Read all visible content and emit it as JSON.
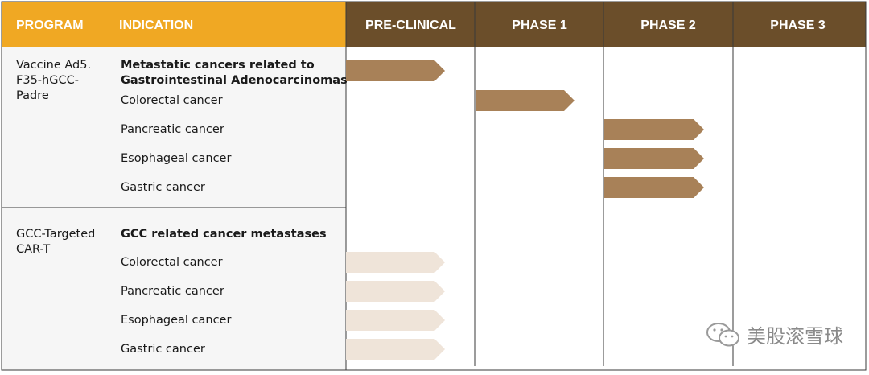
{
  "chart_data": {
    "type": "table",
    "columns": {
      "program": "PROGRAM",
      "indication": "INDICATION",
      "phases": [
        "PRE-CLINICAL",
        "PHASE 1",
        "PHASE 2",
        "PHASE 3"
      ]
    },
    "colors": {
      "orange_header": "#F0A823",
      "brown_header": "#6B4E2A",
      "bar_dark": "#A88158",
      "bar_light": "#EFE4D9",
      "left_panel_bg": "#F6F6F6"
    },
    "programs": [
      {
        "program_lines": [
          "Vaccine Ad5.",
          "F35-hGCC-",
          "Padre"
        ],
        "group_lines": [
          "Metastatic cancers related to",
          "Gastrointestinal Adenocarcinomas"
        ],
        "group_bar_stage": 1,
        "group_bar_style": "dark",
        "indications": [
          {
            "name": "Colorectal cancer",
            "stage": 2,
            "style": "dark"
          },
          {
            "name": "Pancreatic cancer",
            "stage": 3,
            "style": "dark"
          },
          {
            "name": "Esophageal cancer",
            "stage": 3,
            "style": "dark"
          },
          {
            "name": "Gastric cancer",
            "stage": 3,
            "style": "dark"
          }
        ]
      },
      {
        "program_lines": [
          "GCC-Targeted",
          "CAR-T"
        ],
        "group_lines": [
          "GCC related cancer metastases"
        ],
        "group_bar_stage": 0,
        "group_bar_style": "none",
        "indications": [
          {
            "name": "Colorectal cancer",
            "stage": 1,
            "style": "light"
          },
          {
            "name": "Pancreatic cancer",
            "stage": 1,
            "style": "light"
          },
          {
            "name": "Esophageal cancer",
            "stage": 1,
            "style": "light"
          },
          {
            "name": "Gastric cancer",
            "stage": 1,
            "style": "light"
          }
        ]
      }
    ]
  },
  "watermark": {
    "text": "美股滚雪球",
    "icon": "wechat-icon"
  }
}
